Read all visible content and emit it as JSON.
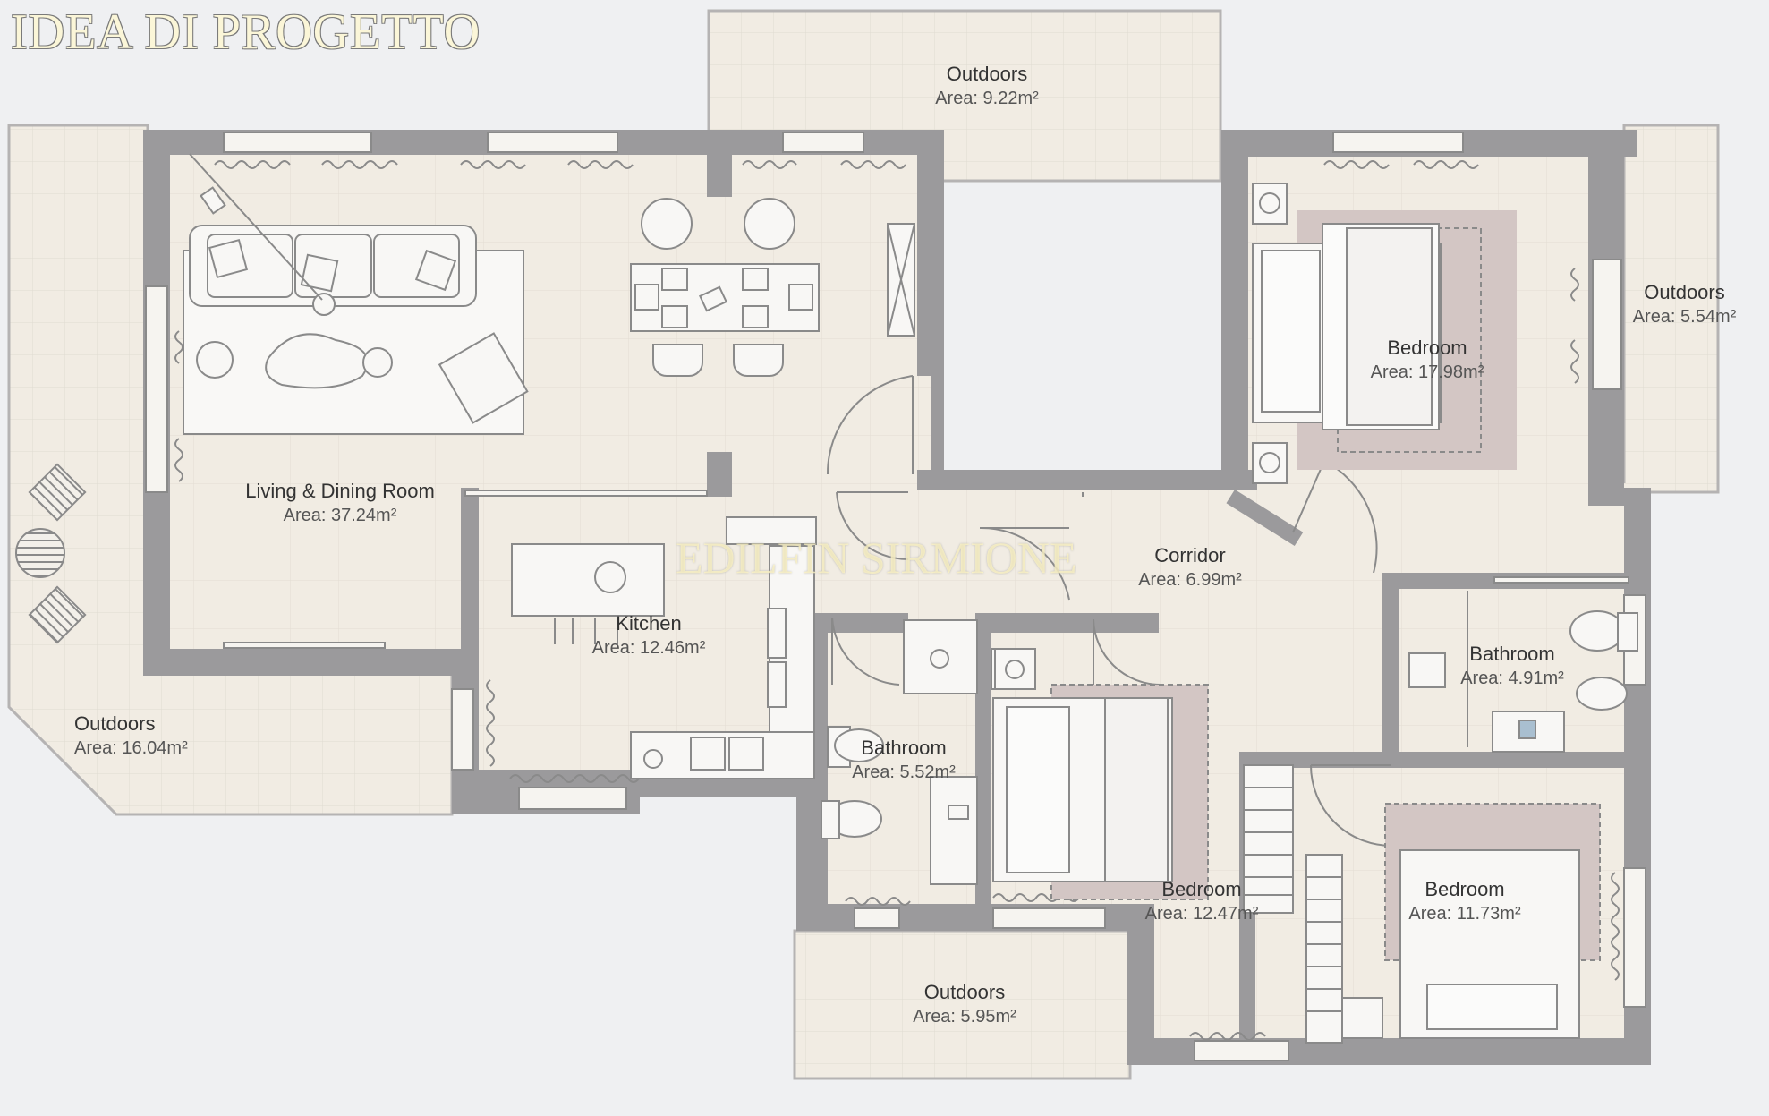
{
  "header": {
    "title": "IDEA DI PROGETTO"
  },
  "watermark": {
    "text": "EDILFIN SIRMIONE"
  },
  "colors": {
    "background": "#eff0f2",
    "floor": "#f1ece3",
    "wall": "#9b9a9c",
    "rug": "#d3c6c4",
    "furniture_stroke": "#8a8a8a"
  },
  "rooms": {
    "living": {
      "name": "Living & Dining Room",
      "area": "Area: 37.24m²"
    },
    "kitchen": {
      "name": "Kitchen",
      "area": "Area: 12.46m²"
    },
    "corridor": {
      "name": "Corridor",
      "area": "Area: 6.99m²"
    },
    "bedroom_main": {
      "name": "Bedroom",
      "area": "Area: 17.98m²"
    },
    "bedroom_mid": {
      "name": "Bedroom",
      "area": "Area: 12.47m²"
    },
    "bedroom_small": {
      "name": "Bedroom",
      "area": "Area: 11.73m²"
    },
    "bathroom_left": {
      "name": "Bathroom",
      "area": "Area: 5.52m²"
    },
    "bathroom_right": {
      "name": "Bathroom",
      "area": "Area: 4.91m²"
    },
    "outdoors_top": {
      "name": "Outdoors",
      "area": "Area: 9.22m²"
    },
    "outdoors_left": {
      "name": "Outdoors",
      "area": "Area: 16.04m²"
    },
    "outdoors_right": {
      "name": "Outdoors",
      "area": "Area: 5.54m²"
    },
    "outdoors_bottom": {
      "name": "Outdoors",
      "area": "Area: 5.95m²"
    }
  }
}
